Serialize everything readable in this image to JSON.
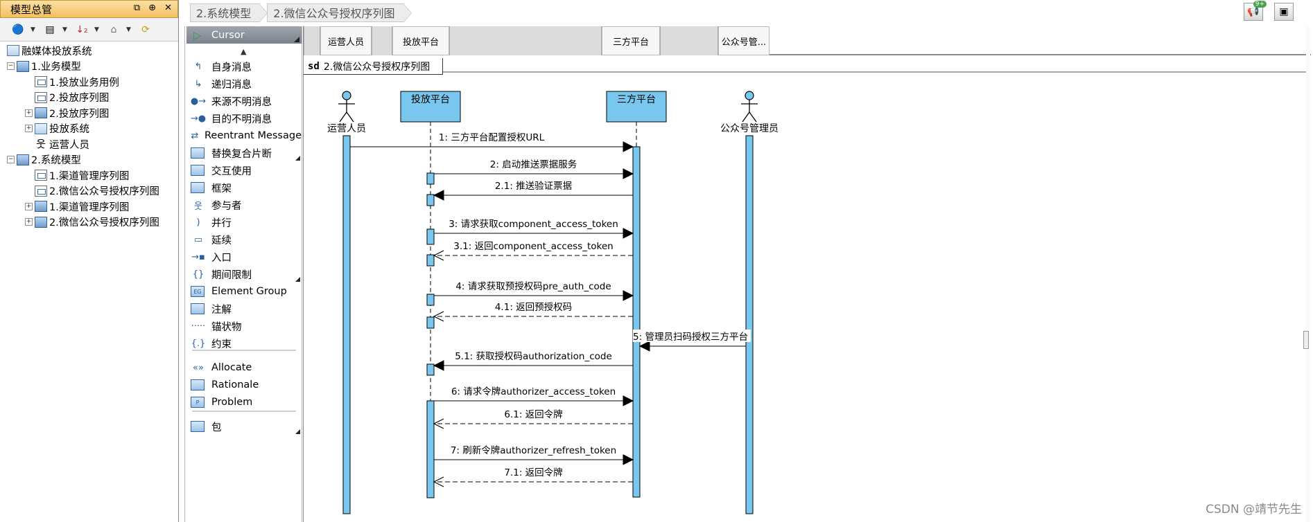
{
  "left_panel": {
    "title": "模型总管",
    "window_buttons": [
      "⧉",
      "⊕",
      "✕"
    ],
    "tree": [
      {
        "label": "融媒体投放系统",
        "level": 0,
        "icon": "project-icon",
        "expander": ""
      },
      {
        "label": "1.业务模型",
        "level": 0,
        "icon": "model-package-icon",
        "expander": "−"
      },
      {
        "label": "1.投放业务用例",
        "level": 1,
        "icon": "usecase-diagram-icon",
        "expander": ""
      },
      {
        "label": "2.投放序列图",
        "level": 1,
        "icon": "sequence-diagram-icon",
        "expander": ""
      },
      {
        "label": "2.投放序列图",
        "level": 1,
        "icon": "interaction-icon",
        "expander": "+"
      },
      {
        "label": "投放系统",
        "level": 1,
        "icon": "system-icon",
        "expander": "+"
      },
      {
        "label": "运营人员",
        "level": 1,
        "icon": "actor-icon",
        "expander": ""
      },
      {
        "label": "2.系统模型",
        "level": 0,
        "icon": "model-package-icon",
        "expander": "−"
      },
      {
        "label": "1.渠道管理序列图",
        "level": 1,
        "icon": "sequence-diagram-icon",
        "expander": ""
      },
      {
        "label": "2.微信公众号授权序列图",
        "level": 1,
        "icon": "sequence-diagram-icon",
        "expander": ""
      },
      {
        "label": "1.渠道管理序列图",
        "level": 1,
        "icon": "interaction-icon",
        "expander": "+"
      },
      {
        "label": "2.微信公众号授权序列图",
        "level": 1,
        "icon": "interaction-icon",
        "expander": "+"
      }
    ]
  },
  "breadcrumbs": [
    "2.系统模型",
    "2.微信公众号授权序列图"
  ],
  "notification_badge": "9+",
  "palette": {
    "cursor_label": "Cursor",
    "items": [
      {
        "label": "自身消息",
        "icon": "self-message-icon"
      },
      {
        "label": "递归消息",
        "icon": "recursive-message-icon"
      },
      {
        "label": "来源不明消息",
        "icon": "found-message-icon"
      },
      {
        "label": "目的不明消息",
        "icon": "lost-message-icon"
      },
      {
        "label": "Reentrant Message",
        "icon": "reentrant-message-icon"
      },
      {
        "label": "替换复合片断",
        "icon": "combined-fragment-icon"
      },
      {
        "label": "交互使用",
        "icon": "interaction-use-icon"
      },
      {
        "label": "框架",
        "icon": "frame-icon"
      },
      {
        "label": "参与者",
        "icon": "actor-icon"
      },
      {
        "label": "并行",
        "icon": "coregion-icon"
      },
      {
        "label": "延续",
        "icon": "continuation-icon"
      },
      {
        "label": "入口",
        "icon": "gate-icon"
      },
      {
        "label": "期间限制",
        "icon": "duration-constraint-icon"
      },
      {
        "label": "Element Group",
        "icon": "element-group-icon"
      },
      {
        "label": "注解",
        "icon": "note-icon"
      },
      {
        "label": "锚状物",
        "icon": "anchor-icon"
      },
      {
        "label": "约束",
        "icon": "constraint-icon"
      },
      {
        "label": "Allocate",
        "icon": "allocate-icon"
      },
      {
        "label": "Rationale",
        "icon": "rationale-icon"
      },
      {
        "label": "Problem",
        "icon": "problem-icon"
      },
      {
        "label": "包",
        "icon": "package-icon"
      }
    ]
  },
  "diagram": {
    "header_lanes": [
      "运营人员",
      "投放平台",
      "三方平台",
      "公众号管..."
    ],
    "frame_keyword": "sd",
    "frame_title": "2.微信公众号授权序列图",
    "lifelines": [
      {
        "name": "运营人员",
        "kind": "actor"
      },
      {
        "name": "投放平台",
        "kind": "box"
      },
      {
        "name": "三方平台",
        "kind": "box"
      },
      {
        "name": "公众号管理员",
        "kind": "actor"
      }
    ],
    "messages": [
      {
        "label": "1: 三方平台配置授权URL",
        "from": 0,
        "to": 2,
        "type": "sync"
      },
      {
        "label": "2: 启动推送票据服务",
        "from": 1,
        "to": 2,
        "type": "sync"
      },
      {
        "label": "2.1: 推送验证票据",
        "from": 2,
        "to": 1,
        "type": "sync"
      },
      {
        "label": "3: 请求获取component_access_token",
        "from": 1,
        "to": 2,
        "type": "sync"
      },
      {
        "label": "3.1: 返回component_access_token",
        "from": 2,
        "to": 1,
        "type": "reply"
      },
      {
        "label": "4: 请求获取预授权码pre_auth_code",
        "from": 1,
        "to": 2,
        "type": "sync"
      },
      {
        "label": "4.1: 返回预授权码",
        "from": 2,
        "to": 1,
        "type": "reply"
      },
      {
        "label": "5: 管理员扫码授权三方平台",
        "from": 3,
        "to": 2,
        "type": "sync"
      },
      {
        "label": "5.1: 获取授权码authorization_code",
        "from": 2,
        "to": 1,
        "type": "sync"
      },
      {
        "label": "6: 请求令牌authorizer_access_token",
        "from": 1,
        "to": 2,
        "type": "sync"
      },
      {
        "label": "6.1: 返回令牌",
        "from": 2,
        "to": 1,
        "type": "reply"
      },
      {
        "label": "7: 刷新令牌authorizer_refresh_token",
        "from": 1,
        "to": 2,
        "type": "sync"
      },
      {
        "label": "7.1: 返回令牌",
        "from": 2,
        "to": 1,
        "type": "reply"
      }
    ]
  },
  "watermark": "CSDN @靖节先生",
  "colors": {
    "activation": "#79c7ee",
    "lifeline_box": "#79c7ee",
    "stroke": "#000000"
  }
}
